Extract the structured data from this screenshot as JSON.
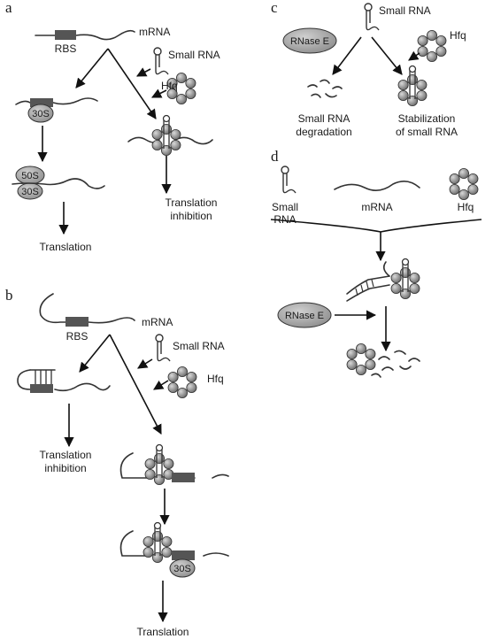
{
  "colors": {
    "bead": "#8a8a8a",
    "rbs": "#555555",
    "oval": "#b0b0b0",
    "line": "#333333"
  },
  "panel_a": {
    "letter": "a",
    "rbs": "RBS",
    "mrna": "mRNA",
    "small_rna": "Small RNA",
    "hfq": "Hfq",
    "r30s_1": "30S",
    "r50s": "50S",
    "r30s_2": "30S",
    "translation": "Translation",
    "inhibition_1": "Translation",
    "inhibition_2": "inhibition"
  },
  "panel_b": {
    "letter": "b",
    "rbs": "RBS",
    "mrna": "mRNA",
    "small_rna": "Small RNA",
    "hfq": "Hfq",
    "inhibition_1": "Translation",
    "inhibition_2": "inhibition",
    "r30s": "30S",
    "translation": "Translation"
  },
  "panel_c": {
    "letter": "c",
    "rnase": "RNase E",
    "small_rna": "Small RNA",
    "hfq": "Hfq",
    "degradation_1": "Small RNA",
    "degradation_2": "degradation",
    "stabilization_1": "Stabilization",
    "stabilization_2": "of small RNA"
  },
  "panel_d": {
    "letter": "d",
    "small_rna_1": "Small",
    "small_rna_2": "RNA",
    "mrna": "mRNA",
    "hfq": "Hfq",
    "rnase": "RNase E"
  }
}
